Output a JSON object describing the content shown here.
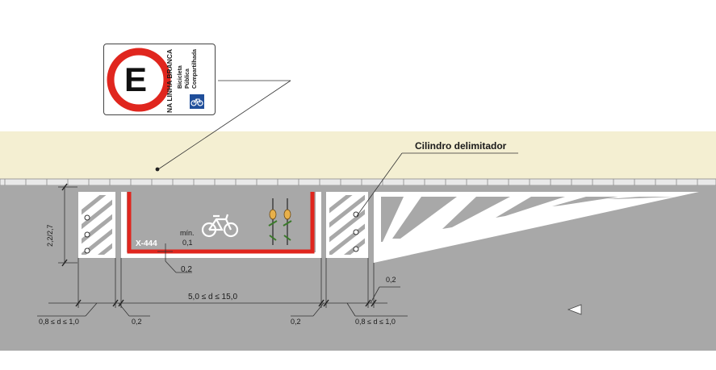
{
  "sign": {
    "letter": "E",
    "rule_text": "NA LINHA BRANCA",
    "lines": [
      "Bicicleta",
      "Pública",
      "Compartilhada"
    ],
    "icon": "bicycle-icon"
  },
  "callouts": {
    "cylinder": "Cilindro delimitador"
  },
  "labels": {
    "station_code": "X-444",
    "min_label": "mín.",
    "min_value": "0,1",
    "line_width": "0,2",
    "depth": "2,2/2,7",
    "station_length": "5,0 ≤ d ≤ 15,0",
    "left_gap": "0,8 ≤ d ≤ 1,0",
    "left_offset": "0,2",
    "right_offset": "0,2",
    "right_gap": "0,8 ≤ d ≤ 1,0",
    "hatch_offset": "0,2"
  },
  "colors": {
    "sidewalk": "#f4efd2",
    "road": "#a8a8a8",
    "red_line": "#e0261e",
    "sign_blue": "#1f4e9a",
    "white": "#ffffff"
  }
}
